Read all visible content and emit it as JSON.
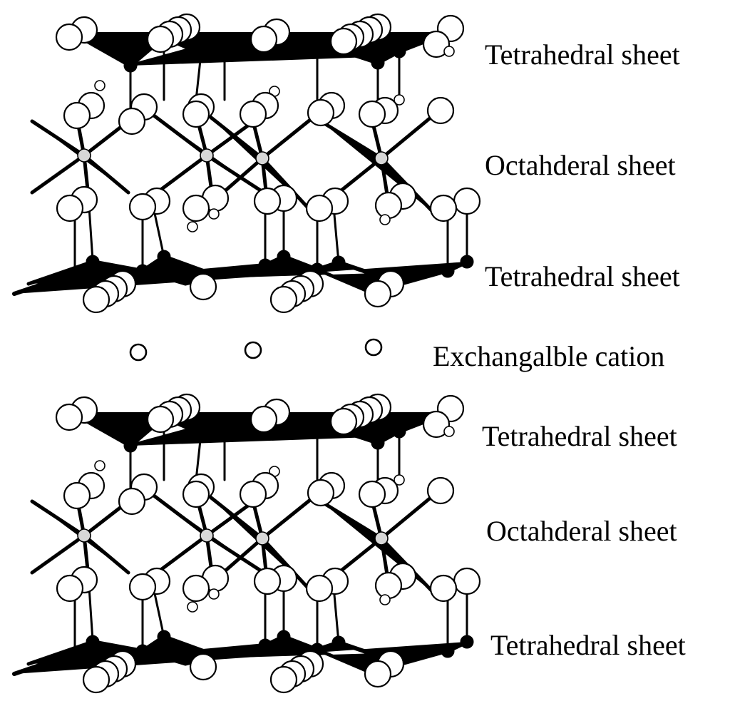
{
  "labels": {
    "tetra_1": "Tetrahedral sheet",
    "octa_1": "Octahderal sheet",
    "tetra_2": "Tetrahedral sheet",
    "cation": "Exchangalble cation",
    "tetra_3": "Tetrahedral sheet",
    "octa_2": "Octahderal sheet",
    "tetra_4": "Tetrahedral sheet"
  },
  "colors": {
    "background": "#ffffff",
    "line": "#000000",
    "oxygen_fill": "#ffffff",
    "silicon_fill": "#000000",
    "aluminum_fill": "#d8d8d8"
  },
  "structure": {
    "layers": 2,
    "sheets_per_layer": [
      "tetrahedral",
      "octahedral",
      "tetrahedral"
    ],
    "interlayer_cations": 3
  }
}
